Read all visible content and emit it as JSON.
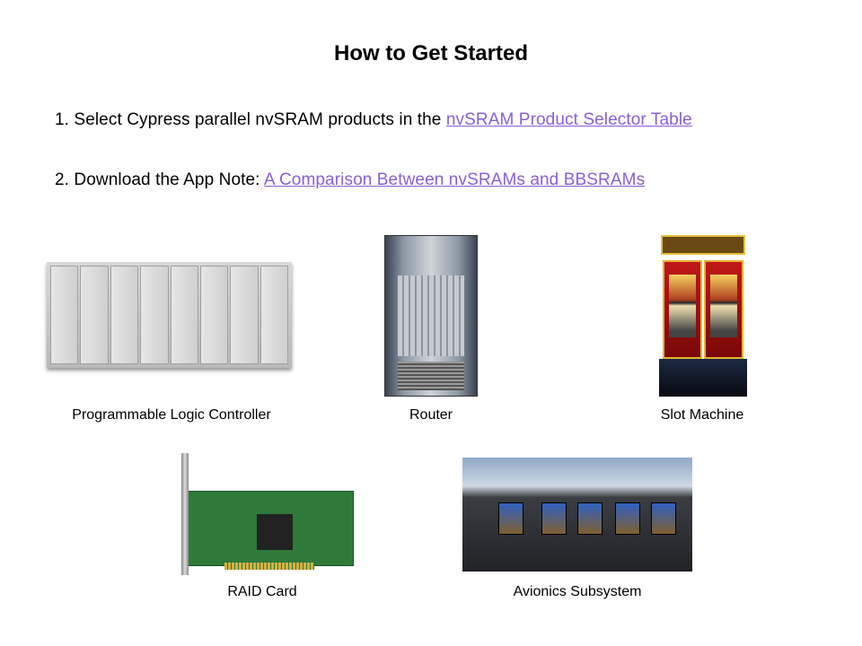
{
  "title": "How to Get Started",
  "steps": [
    {
      "text": "1. Select Cypress parallel nvSRAM products in the ",
      "link": "nvSRAM Product Selector Table"
    },
    {
      "text": "2. Download the App Note: ",
      "link": "A Comparison Between nvSRAMs and BBSRAMs"
    }
  ],
  "link_color": "#8a5fd6",
  "images": [
    {
      "caption": "Programmable Logic Controller"
    },
    {
      "caption": "Router"
    },
    {
      "caption": "Slot Machine"
    },
    {
      "caption": "RAID Card"
    },
    {
      "caption": "Avionics Subsystem"
    }
  ]
}
